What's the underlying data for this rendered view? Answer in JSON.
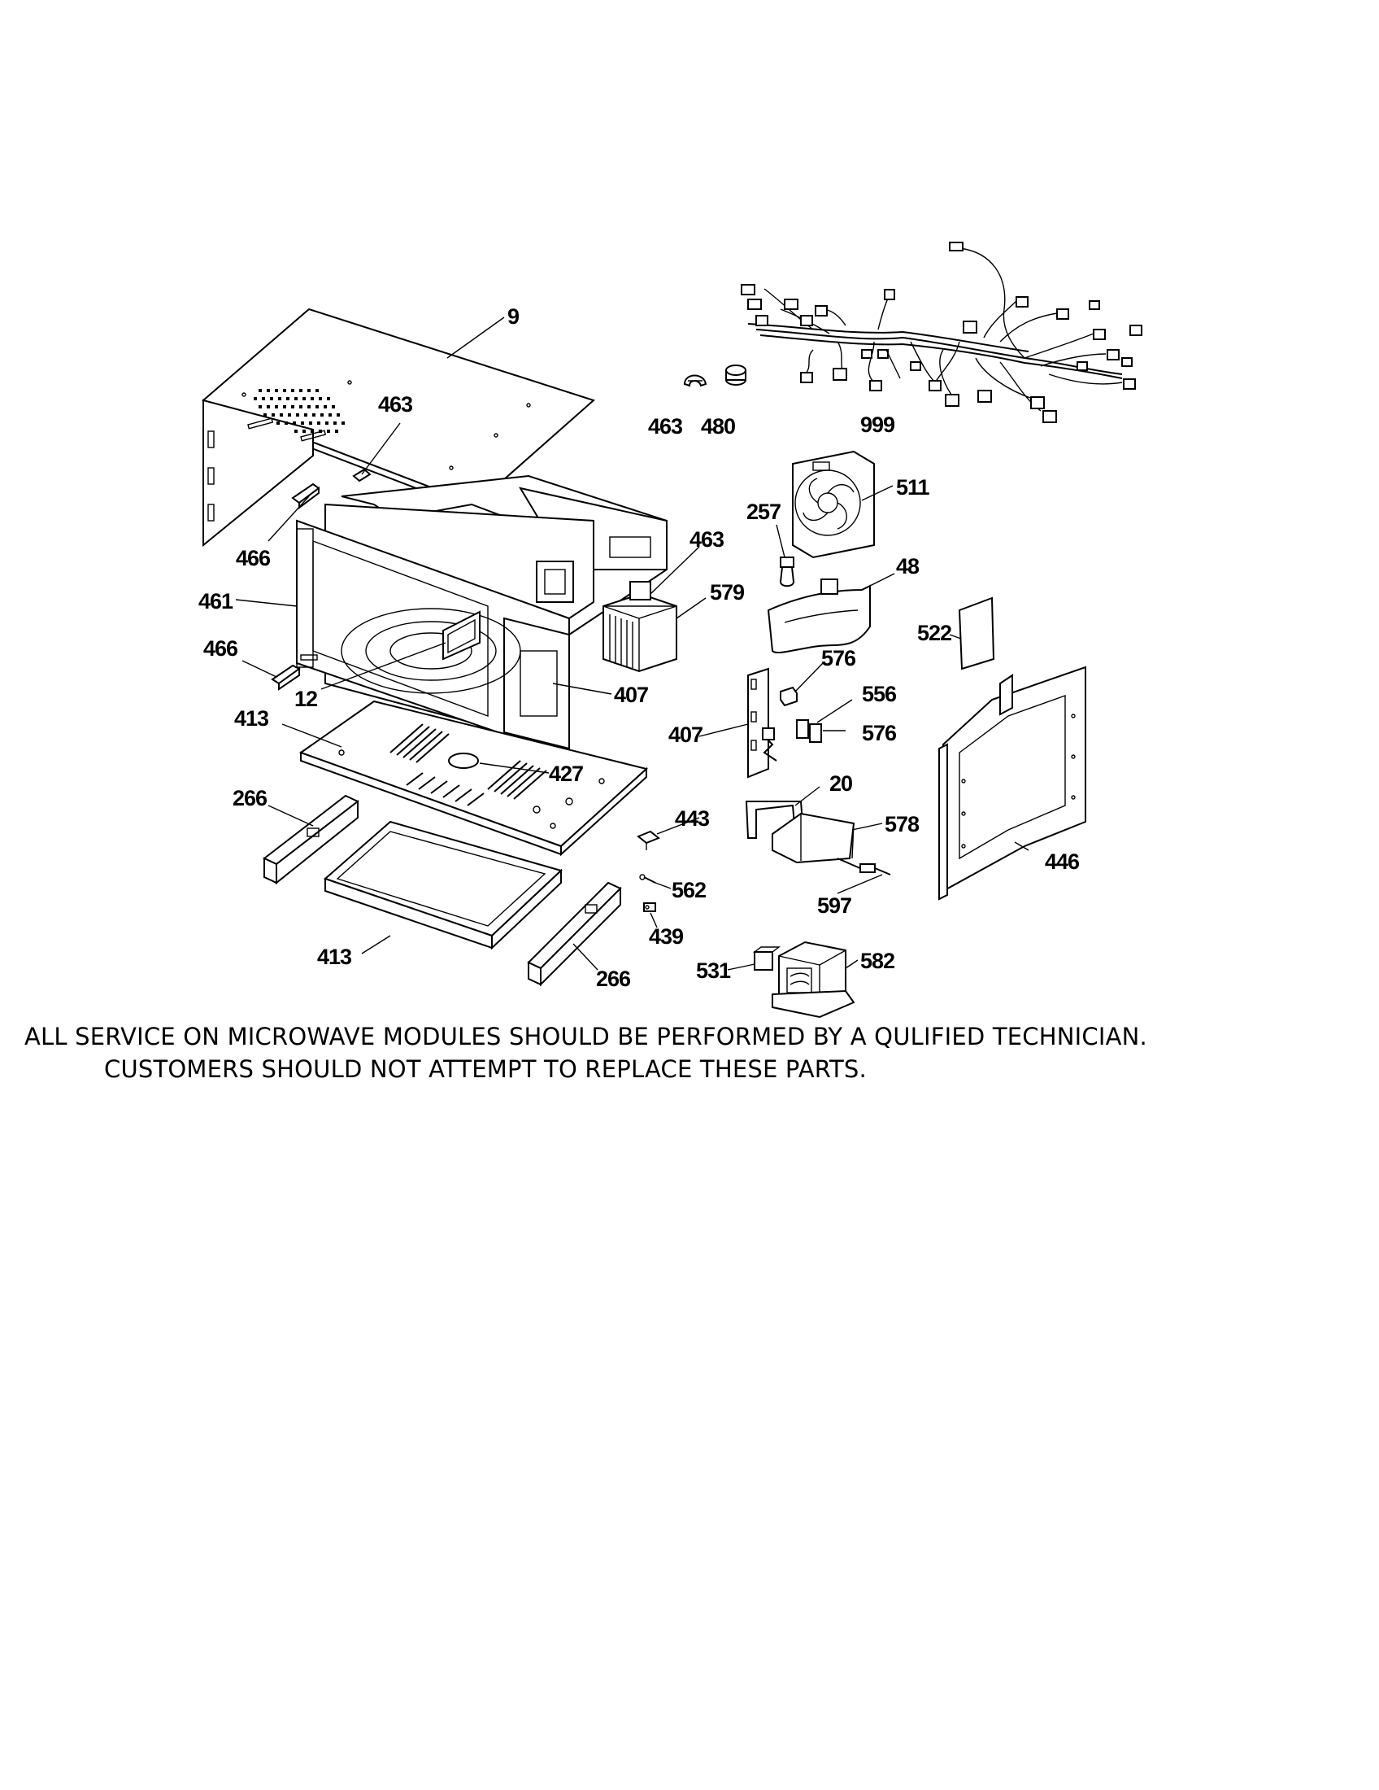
{
  "notice": {
    "line1": "ALL SERVICE ON MICROWAVE MODULES SHOULD BE PERFORMED BY A QULIFIED TECHNICIAN.",
    "line2": "CUSTOMERS SHOULD NOT ATTEMPT TO REPLACE THESE PARTS."
  },
  "parts": {
    "p9": "9",
    "p463_top": "463",
    "p463_small": "463",
    "p480": "480",
    "p999": "999",
    "p511": "511",
    "p257": "257",
    "p463_right": "463",
    "p48": "48",
    "p579": "579",
    "p466_a": "466",
    "p461": "461",
    "p466_b": "466",
    "p12": "12",
    "p407_a": "407",
    "p522": "522",
    "p576_a": "576",
    "p556": "556",
    "p407_b": "407",
    "p576_b": "576",
    "p413_a": "413",
    "p427": "427",
    "p266_a": "266",
    "p20": "20",
    "p443": "443",
    "p578": "578",
    "p446": "446",
    "p562": "562",
    "p597": "597",
    "p439": "439",
    "p413_b": "413",
    "p266_b": "266",
    "p531": "531",
    "p582": "582"
  },
  "colors": {
    "ink": "#000000",
    "paper": "#ffffff"
  }
}
